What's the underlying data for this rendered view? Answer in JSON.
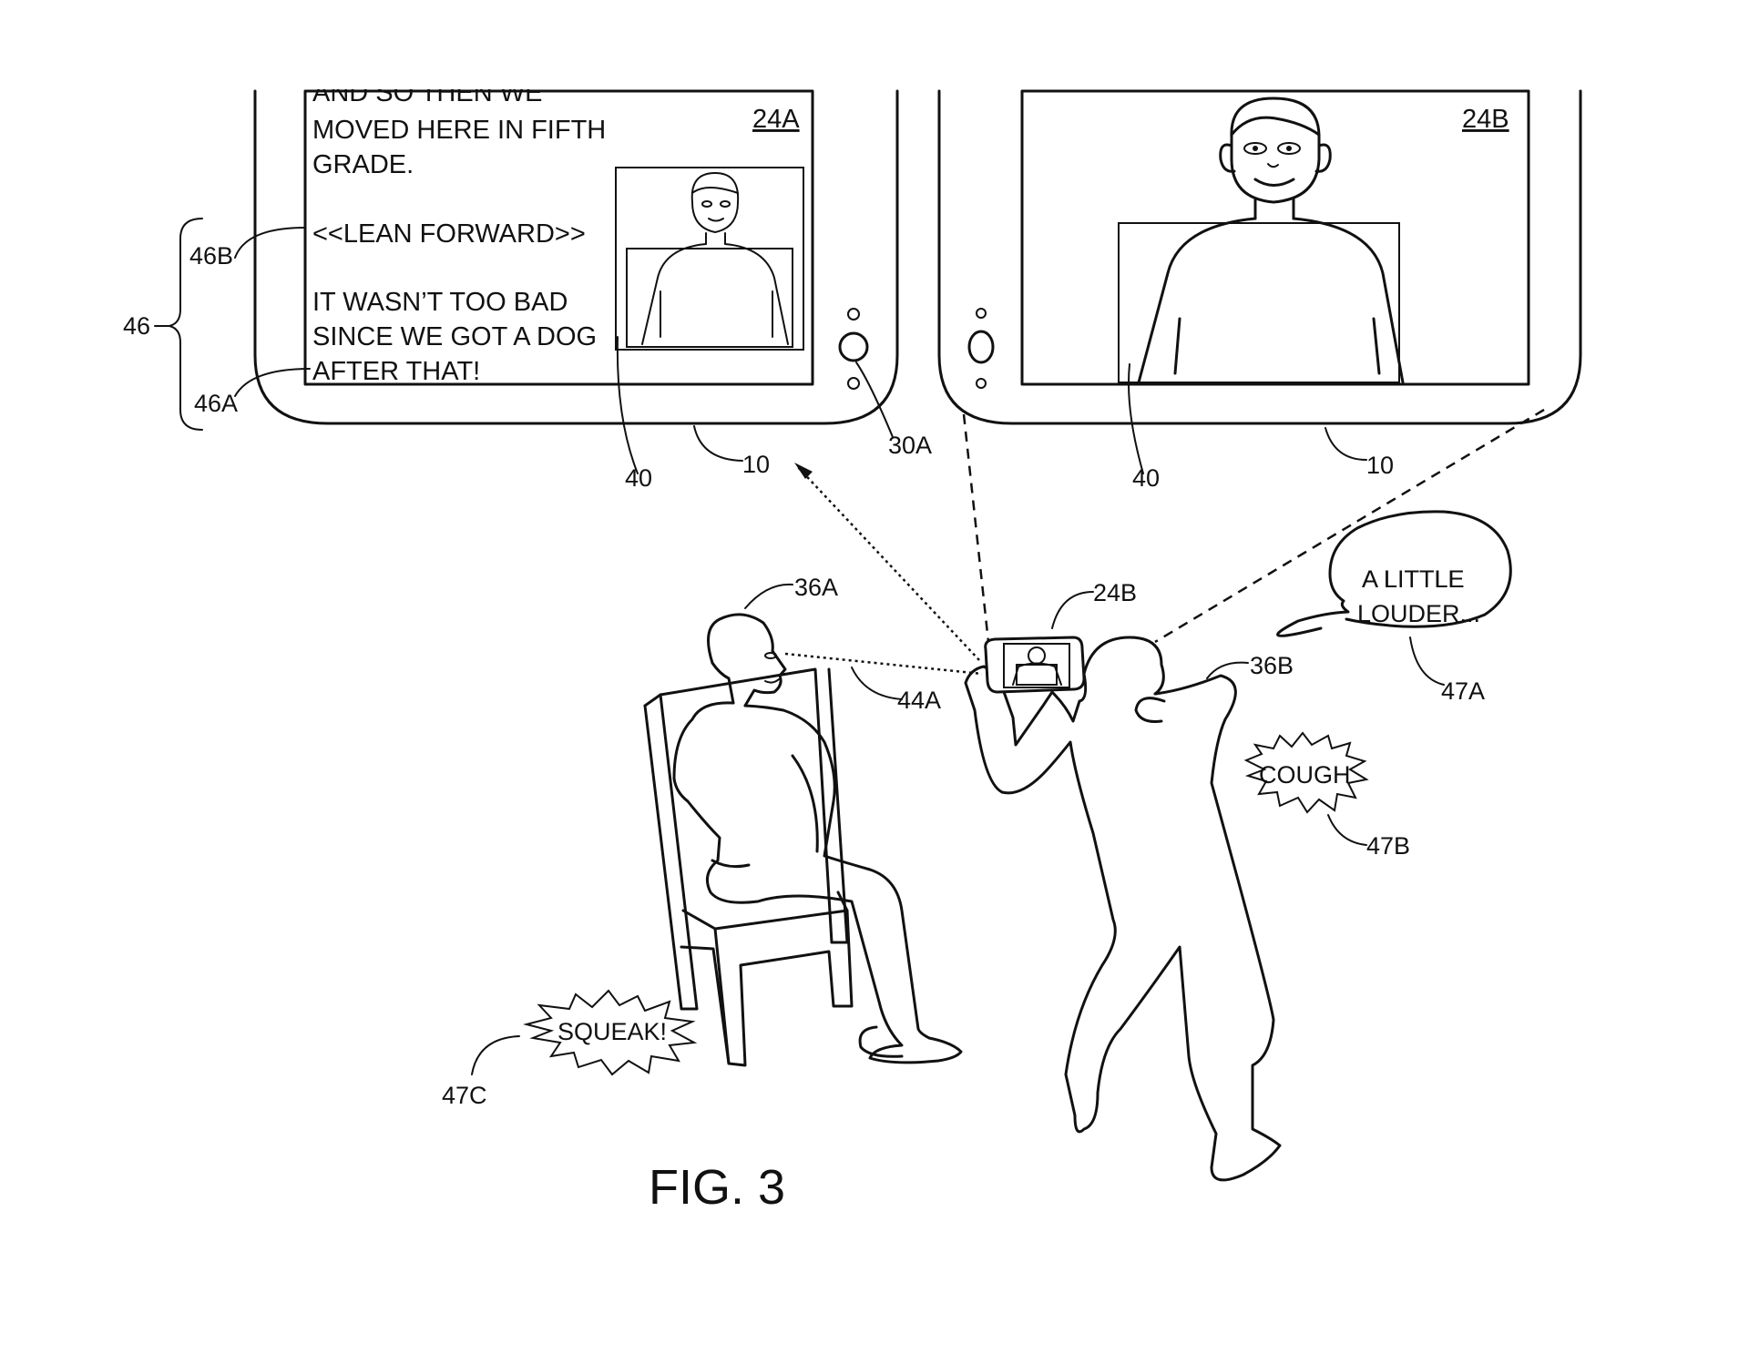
{
  "screen_left": {
    "ref_id": "24A",
    "text_lines": [
      "AND SO THEN WE",
      "MOVED HERE IN FIFTH",
      "GRADE.",
      "<<LEAN FORWARD>>",
      "IT WASN’T TOO BAD",
      "SINCE WE GOT A DOG",
      "AFTER THAT!"
    ]
  },
  "screen_right": {
    "ref_id": "24B"
  },
  "labels": {
    "l46": "46",
    "l46b": "46B",
    "l46a": "46A",
    "l40_left": "40",
    "l10_left": "10",
    "l30a": "30A",
    "l40_right": "40",
    "l10_right": "10",
    "l36a": "36A",
    "l24b": "24B",
    "l44a": "44A",
    "l36b": "36B",
    "l47a": "47A",
    "l47b": "47B",
    "l47c": "47C"
  },
  "speech": {
    "line1": "A LITTLE",
    "line2": "LOUDER..."
  },
  "sounds": {
    "cough": "COUGH",
    "squeak": "SQUEAK!"
  },
  "figure_caption": "FIG. 3"
}
